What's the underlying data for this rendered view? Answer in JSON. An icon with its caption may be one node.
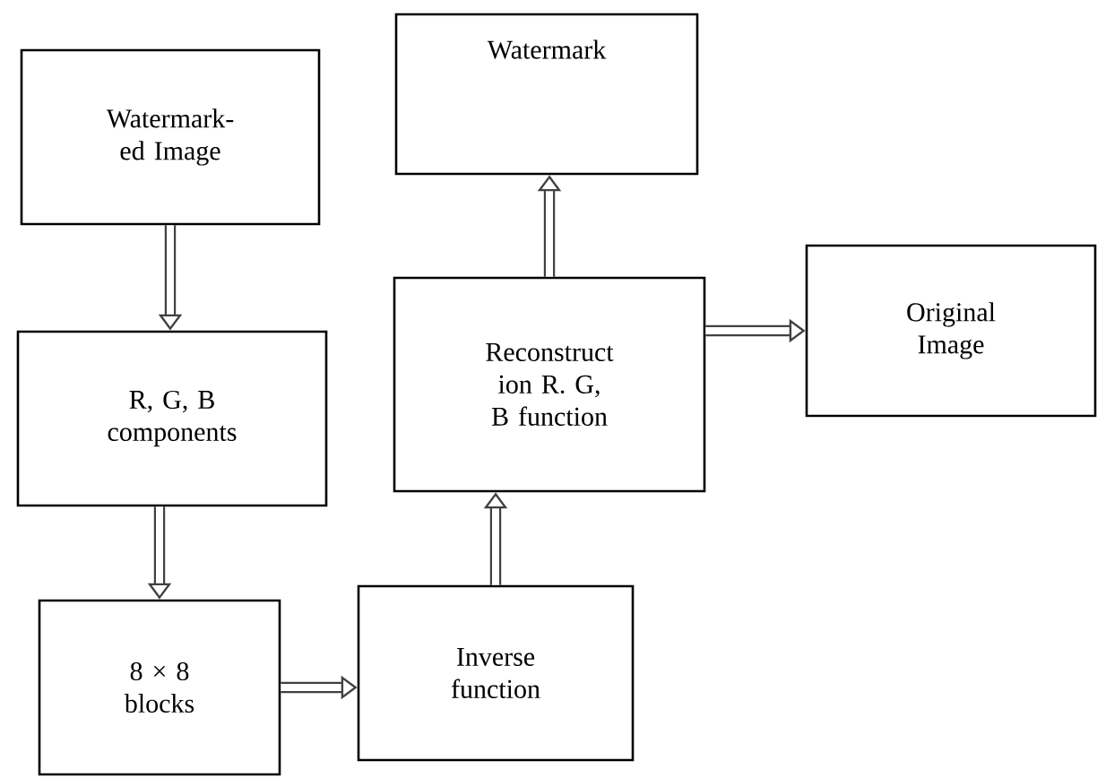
{
  "diagram": {
    "nodes": [
      {
        "text": [
          "Watermark- ed Image"
        ]
      },
      {
        "text": [
          "R, G, B components"
        ]
      },
      {
        "text": [
          "8 × 8 blocks"
        ]
      },
      {
        "text": [
          "Inverse function"
        ]
      },
      {
        "text": [
          "Reconstruct ion R. G, B function"
        ]
      },
      {
        "text": [
          "Watermark"
        ]
      },
      {
        "text": [
          "Original Image"
        ]
      }
    ],
    "edges": [
      {
        "from": 0,
        "to": 1,
        "arrow": "to"
      },
      {
        "from": 1,
        "to": 2,
        "arrow": "to"
      },
      {
        "from": 2,
        "to": 3,
        "arrow": "to"
      },
      {
        "from": 3,
        "to": 4,
        "arrow": "to"
      },
      {
        "from": 4,
        "to": 5,
        "arrow": "to"
      },
      {
        "from": 4,
        "to": 6,
        "arrow": "to"
      }
    ]
  }
}
